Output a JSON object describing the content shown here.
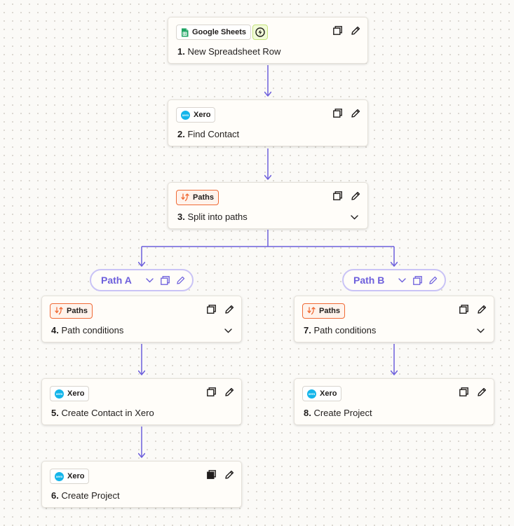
{
  "colors": {
    "wire": "#6d5fdc",
    "paths_accent": "#f06a35",
    "xero": "#13b5ea",
    "sheets": "#1fa463"
  },
  "steps": [
    {
      "app": "Google Sheets",
      "app_icon": "sheets-icon",
      "number": "1.",
      "title": "New Spreadsheet Row",
      "trigger_icon": "bolt-icon"
    },
    {
      "app": "Xero",
      "app_icon": "xero-icon",
      "number": "2.",
      "title": "Find Contact"
    },
    {
      "app": "Paths",
      "app_icon": "paths-icon",
      "number": "3.",
      "title": "Split into paths"
    },
    {
      "app": "Paths",
      "app_icon": "paths-icon",
      "number": "4.",
      "title": "Path conditions"
    },
    {
      "app": "Xero",
      "app_icon": "xero-icon",
      "number": "5.",
      "title": "Create Contact in Xero"
    },
    {
      "app": "Xero",
      "app_icon": "xero-icon",
      "number": "6.",
      "title": "Create Project"
    },
    {
      "app": "Paths",
      "app_icon": "paths-icon",
      "number": "7.",
      "title": "Path conditions"
    },
    {
      "app": "Xero",
      "app_icon": "xero-icon",
      "number": "8.",
      "title": "Create Project"
    }
  ],
  "paths": [
    {
      "label": "Path A"
    },
    {
      "label": "Path B"
    }
  ]
}
